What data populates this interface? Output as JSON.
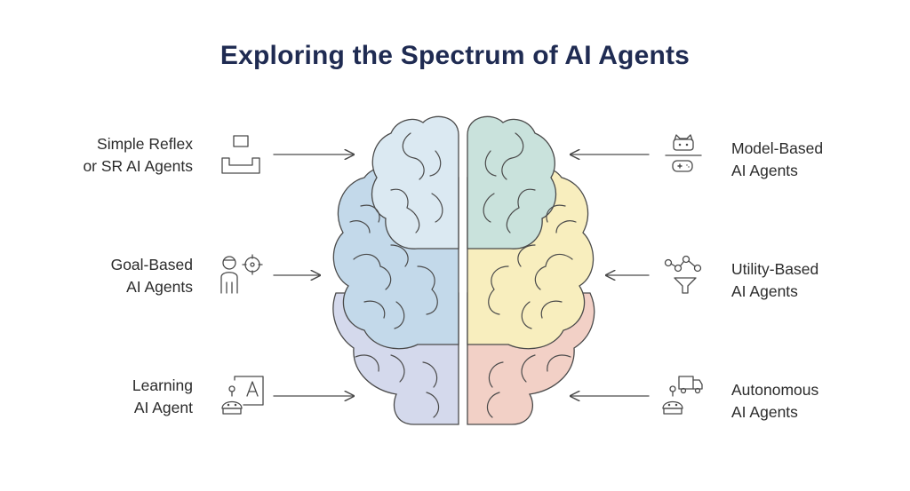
{
  "title": "Exploring the Spectrum of AI Agents",
  "colors": {
    "title": "#1f2b52",
    "left_top": "#dbe9f2",
    "left_mid": "#c3d9ea",
    "left_low": "#d4d9ec",
    "right_top": "#c9e2dc",
    "right_mid": "#f8eebe",
    "right_low": "#f2d0c6"
  },
  "agents": {
    "simple_reflex": {
      "line1": "Simple Reflex",
      "line2": "or SR AI Agents",
      "icon": "blocks-icon"
    },
    "goal_based": {
      "line1": "Goal-Based",
      "line2": "AI Agents",
      "icon": "person-target-icon"
    },
    "learning": {
      "line1": "Learning",
      "line2": "AI Agent",
      "icon": "robot-board-icon"
    },
    "model_based": {
      "line1": "Model-Based",
      "line2": "AI Agents",
      "icon": "robot-controller-icon"
    },
    "utility_based": {
      "line1": "Utility-Based",
      "line2": "AI Agents",
      "icon": "network-funnel-icon"
    },
    "autonomous": {
      "line1": "Autonomous",
      "line2": "AI Agents",
      "icon": "robot-truck-icon"
    }
  }
}
